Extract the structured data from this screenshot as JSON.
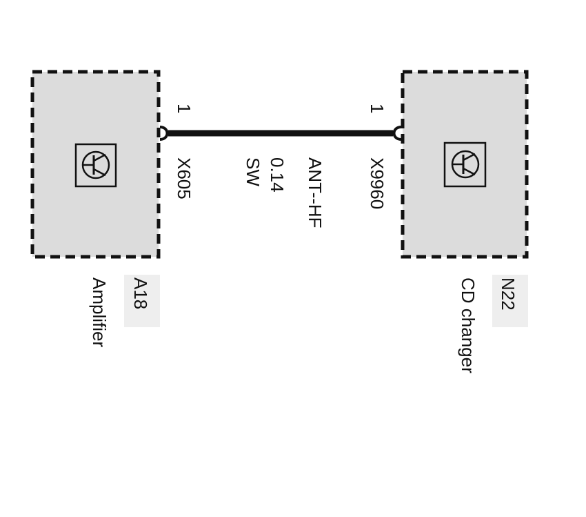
{
  "colors": {
    "component_fill": "#dcdcdc",
    "line": "#111111",
    "background": "#ffffff",
    "label_backdrop": "#eeeeee"
  },
  "left_component": {
    "designation": "A18",
    "name": "Amplifier",
    "icon": "transistor-symbol-icon",
    "connector": "X605",
    "pin": "1"
  },
  "right_component": {
    "designation": "N22",
    "name": "CD changer",
    "icon": "transistor-symbol-icon",
    "connector": "X9960",
    "pin": "1"
  },
  "wire": {
    "signal": "ANT--HF",
    "cross_section": "0.14",
    "color": "SW"
  }
}
